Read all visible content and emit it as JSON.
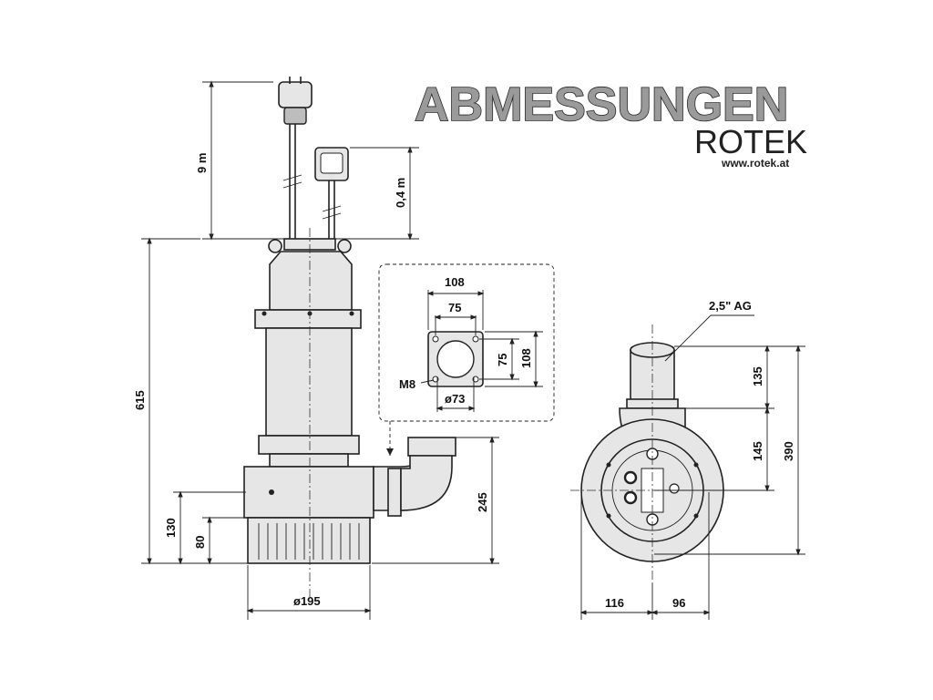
{
  "header": {
    "title": "ABMESSUNGEN",
    "brand": "ROTEK",
    "url": "www.rotek.at"
  },
  "dimensions": {
    "cable_length": "9 m",
    "float_cable": "0,4 m",
    "total_height": "615",
    "base_height_130": "130",
    "base_height_80": "80",
    "outlet_height": "245",
    "diameter": "ø195",
    "flange_outer": "108",
    "flange_inner": "75",
    "flange_side_75": "75",
    "flange_side_108": "108",
    "bolt": "M8",
    "bore": "ø73",
    "outlet_thread": "2,5\" AG",
    "top_135": "135",
    "mid_145": "145",
    "overall_390": "390",
    "left_116": "116",
    "right_96": "96"
  }
}
